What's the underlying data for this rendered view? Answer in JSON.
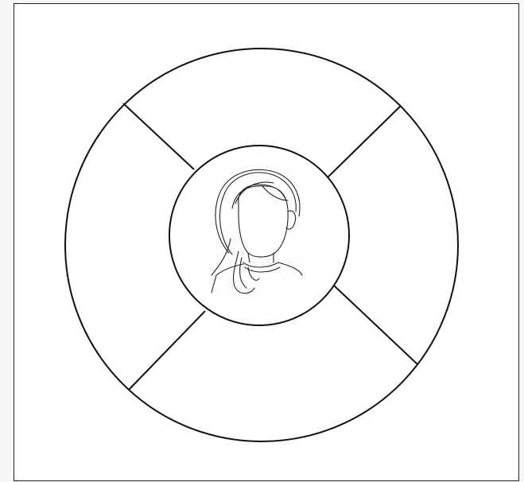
{
  "diagram": {
    "icon": "woman-head-outline-icon",
    "colors": {
      "stroke": "#111111",
      "fill": "#ffffff",
      "frame": "#222222",
      "background": "#f7f7f7"
    },
    "segments": [
      "top",
      "right",
      "bottom",
      "left"
    ]
  }
}
